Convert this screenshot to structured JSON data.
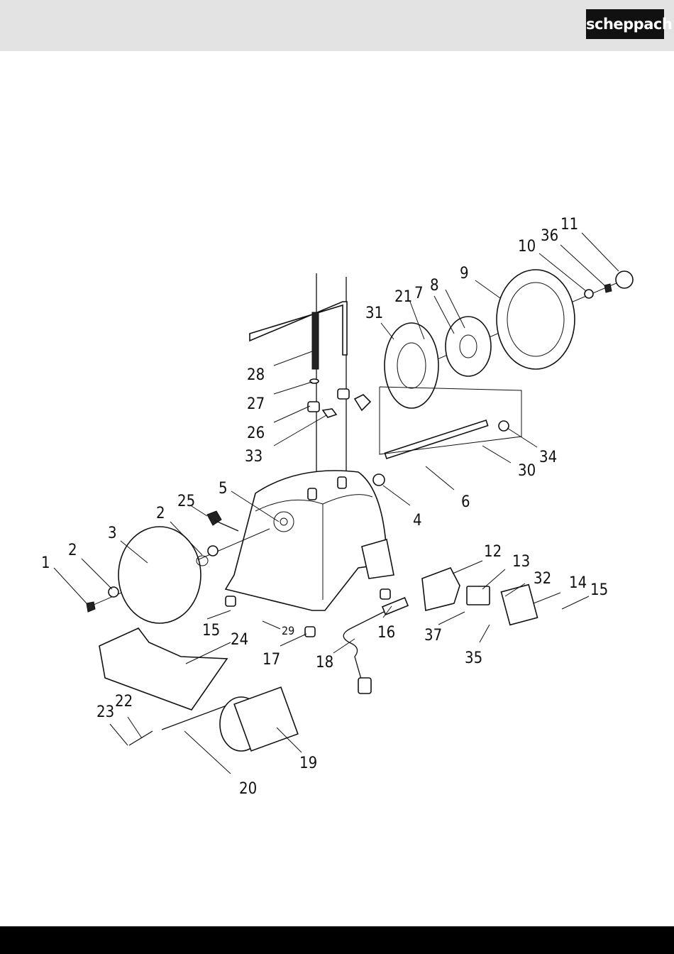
{
  "brand": {
    "logo_text": "scheppach"
  },
  "diagram": {
    "part_labels": [
      "1",
      "2",
      "3",
      "2",
      "25",
      "5",
      "28",
      "27",
      "26",
      "33",
      "31",
      "21",
      "7",
      "8",
      "9",
      "10",
      "36",
      "11",
      "34",
      "30",
      "6",
      "4",
      "12",
      "13",
      "32",
      "14",
      "15",
      "15",
      "16",
      "37",
      "35",
      "17",
      "18",
      "29",
      "24",
      "23",
      "22",
      "20",
      "19"
    ]
  }
}
